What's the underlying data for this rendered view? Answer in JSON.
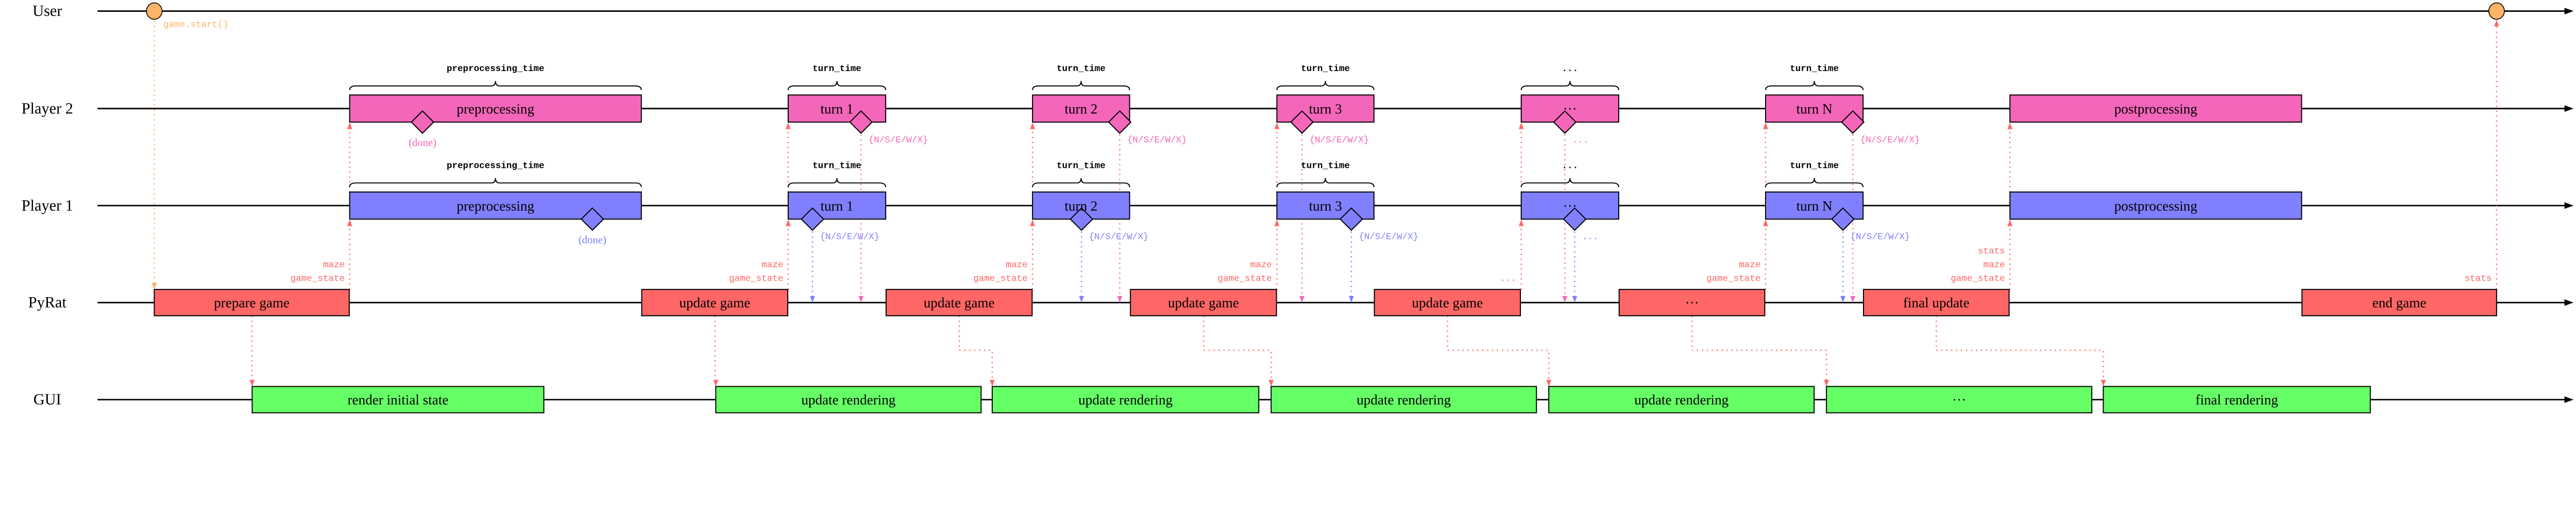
{
  "lanes": [
    "User",
    "Player 2",
    "Player 1",
    "PyRat",
    "GUI"
  ],
  "colors": {
    "user": "#FFB366",
    "player2": "#F366B9",
    "player1": "#8080FF",
    "pyrat": "#FF6666",
    "gui": "#66FF66"
  },
  "player2": {
    "boxes": [
      "preprocessing",
      "turn 1",
      "turn 2",
      "turn 3",
      "···",
      "turn N",
      "postprocessing"
    ],
    "braces": [
      "preprocessing_time",
      "turn_time",
      "turn_time",
      "turn_time",
      "...",
      "turn_time"
    ],
    "decisions": [
      "(done)",
      "{N/S/E/W/X}",
      "{N/S/E/W/X}",
      "{N/S/E/W/X}",
      "...",
      "{N/S/E/W/X}"
    ]
  },
  "player1": {
    "boxes": [
      "preprocessing",
      "turn 1",
      "turn 2",
      "turn 3",
      "···",
      "turn N",
      "postprocessing"
    ],
    "braces": [
      "preprocessing_time",
      "turn_time",
      "turn_time",
      "turn_time",
      "...",
      "turn_time"
    ],
    "decisions": [
      "(done)",
      "{N/S/E/W/X}",
      "{N/S/E/W/X}",
      "{N/S/E/W/X}",
      "...",
      "{N/S/E/W/X}"
    ]
  },
  "pyrat": {
    "boxes": [
      "prepare game",
      "update game",
      "update game",
      "update game",
      "update game",
      "···",
      "final update",
      "end game"
    ]
  },
  "gui": {
    "boxes": [
      "render initial state",
      "update rendering",
      "update rendering",
      "update rendering",
      "update rendering",
      "···",
      "final rendering"
    ]
  },
  "messages": {
    "start": "game.start()",
    "to_players": [
      [
        "maze",
        "game_state"
      ],
      [
        "maze",
        "game_state"
      ],
      [
        "maze",
        "game_state"
      ],
      [
        "maze",
        "game_state"
      ],
      [
        "..."
      ],
      [
        "maze",
        "game_state"
      ],
      [
        "stats",
        "maze",
        "game_state"
      ]
    ],
    "end": "stats"
  }
}
